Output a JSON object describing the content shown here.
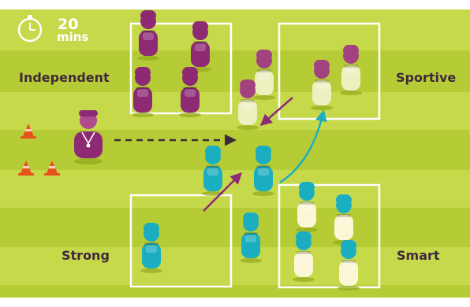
{
  "timer": {
    "value": "20",
    "unit": "mins",
    "icon": "stopwatch-icon"
  },
  "zones": {
    "independent": "Independent",
    "sportive": "Sportive",
    "strong": "Strong",
    "smart": "Smart"
  },
  "colors": {
    "field_light": "#c2d644",
    "field_dark": "#b3ca33",
    "purple": "#8e2a74",
    "purple_shirt": "#8a2a72",
    "pink": "#b04c8e",
    "teal": "#1aaec0",
    "teal_dark": "#0e94a6",
    "cream": "#fbf7d6",
    "orange": "#e8521e",
    "arrow_dark": "#3d2a3a"
  }
}
